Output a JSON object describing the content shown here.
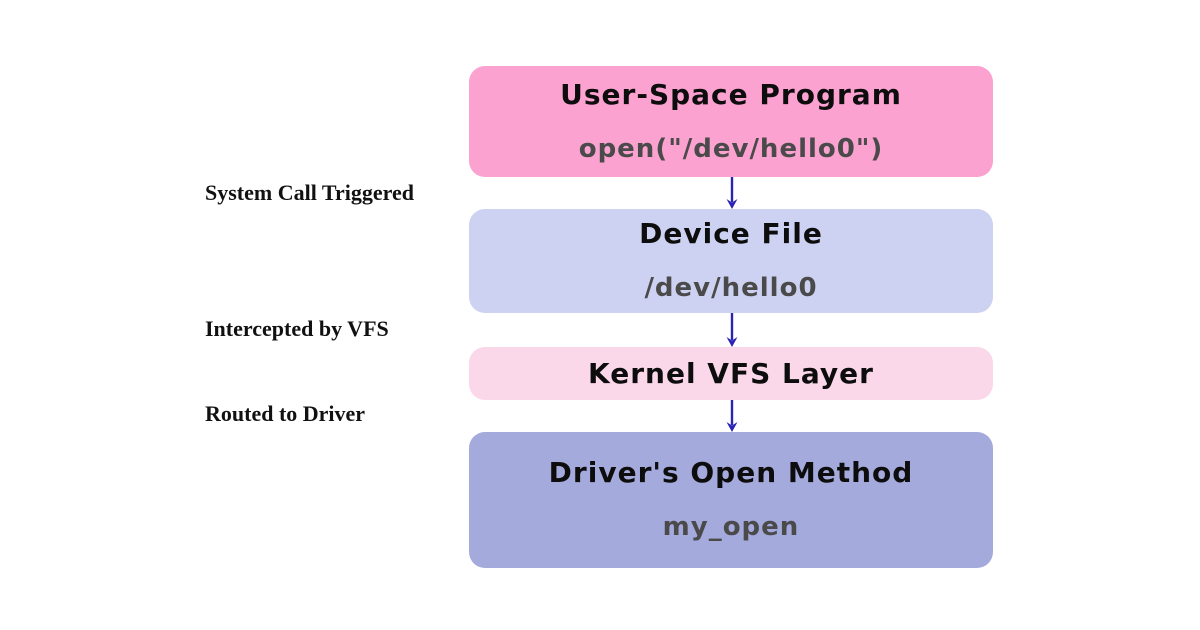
{
  "diagram": {
    "title_context": "Device file open() flow from user space to driver",
    "background_color": "#ffffff",
    "arrow_color": "#2a23b5",
    "nodes": [
      {
        "id": "user-space-program",
        "title": "User-Space Program",
        "subtitle": "open(\"/dev/hello0\")",
        "fill": "#fba2d0"
      },
      {
        "id": "device-file",
        "title": "Device File",
        "subtitle": "/dev/hello0",
        "fill": "#ced2f2"
      },
      {
        "id": "kernel-vfs-layer",
        "title": "Kernel VFS Layer",
        "subtitle": "",
        "fill": "#fbd7ea"
      },
      {
        "id": "drivers-open-method",
        "title": "Driver's Open Method",
        "subtitle": "my_open",
        "fill": "#a5aadc"
      }
    ],
    "edge_labels": [
      "System Call Triggered",
      "Intercepted by VFS",
      "Routed to Driver"
    ]
  }
}
